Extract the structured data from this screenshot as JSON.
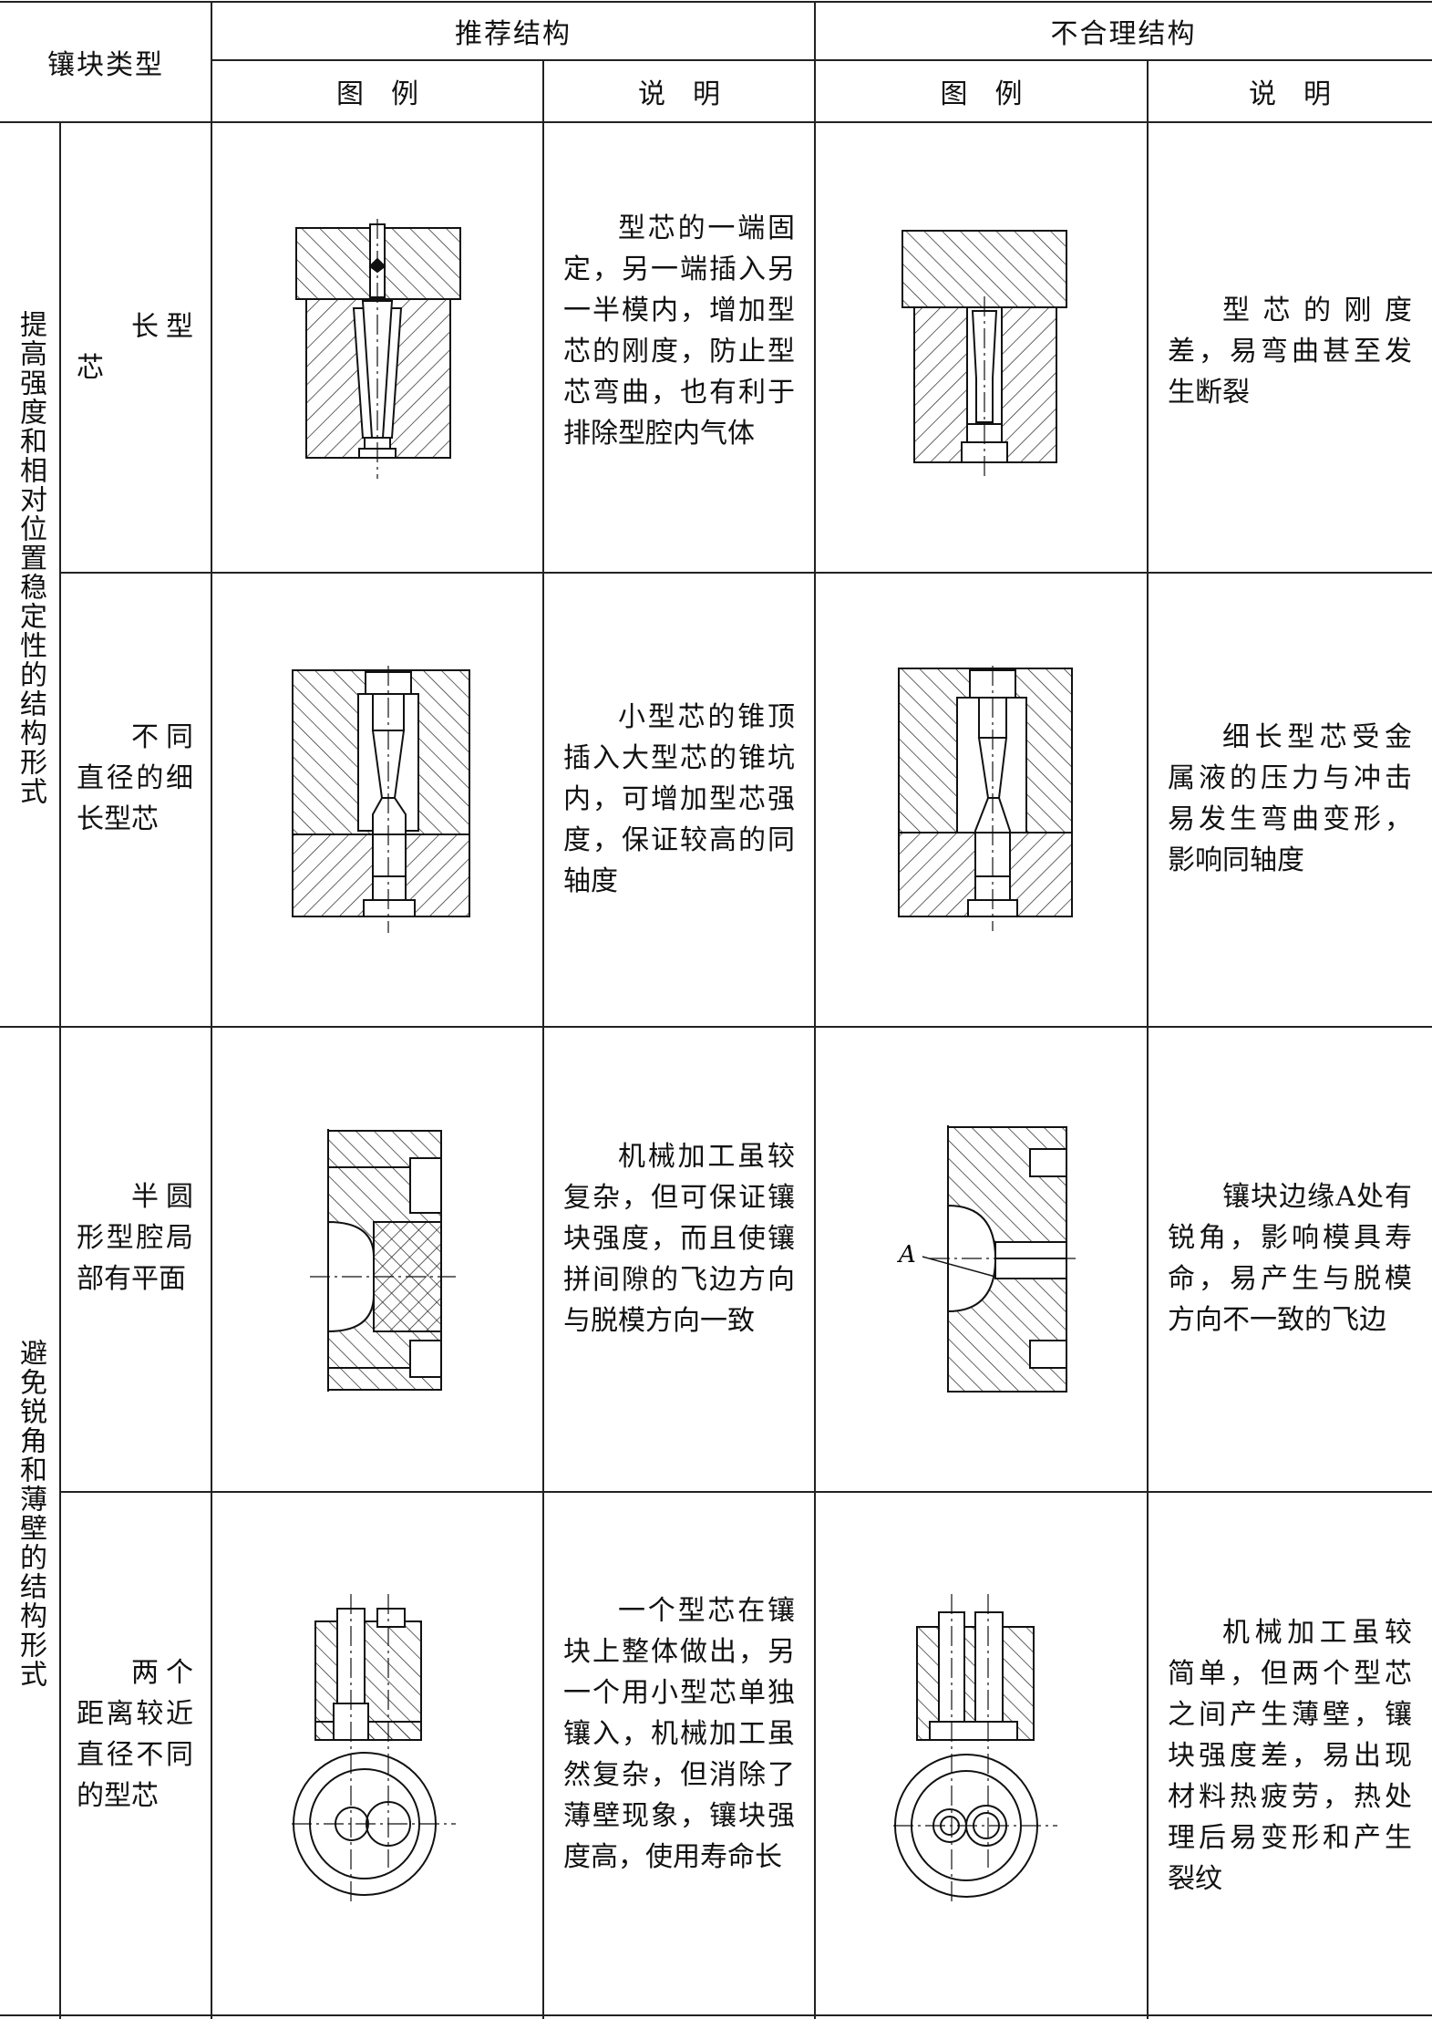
{
  "header": {
    "type_label": "镶块类型",
    "recommended_label": "推荐结构",
    "unreasonable_label": "不合理结构",
    "fig_label": "图　例",
    "desc_label": "说　明"
  },
  "groups": [
    {
      "label": "提高强度和相对位置稳定性的结构形式"
    },
    {
      "label": "避免锐角和薄壁的结构形式"
    }
  ],
  "rows": [
    {
      "type": "长型芯",
      "good_desc": "型芯的一端固定，另一端插入另一半模内，增加型芯的刚度，防止型芯弯曲，也有利于排除型腔内气体",
      "bad_desc": "型芯的刚度差，易弯曲甚至发生断裂"
    },
    {
      "type": "不同直径的细长型芯",
      "good_desc": "小型芯的锥顶插入大型芯的锥坑内，可增加型芯强度，保证较高的同轴度",
      "bad_desc": "细长型芯受金属液的压力与冲击易发生弯曲变形，影响同轴度"
    },
    {
      "type": "半圆形型腔局部有平面",
      "good_desc": "机械加工虽较复杂，但可保证镶块强度，而且使镶拼间隙的飞边方向与脱模方向一致",
      "bad_desc": "镶块边缘A处有锐角，影响模具寿命，易产生与脱模方向不一致的飞边",
      "bad_fig_label": "A"
    },
    {
      "type": "两个距离较近直径不同的型芯",
      "good_desc": "一个型芯在镶块上整体做出，另一个用小型芯单独镶入，机械加工虽然复杂，但消除了薄壁现象，镶块强度高，使用寿命长",
      "bad_desc": "机械加工虽较简单，但两个型芯之间产生薄壁，镶块强度差，易出现材料热疲劳，热处理后易变形和产生裂纹"
    }
  ]
}
